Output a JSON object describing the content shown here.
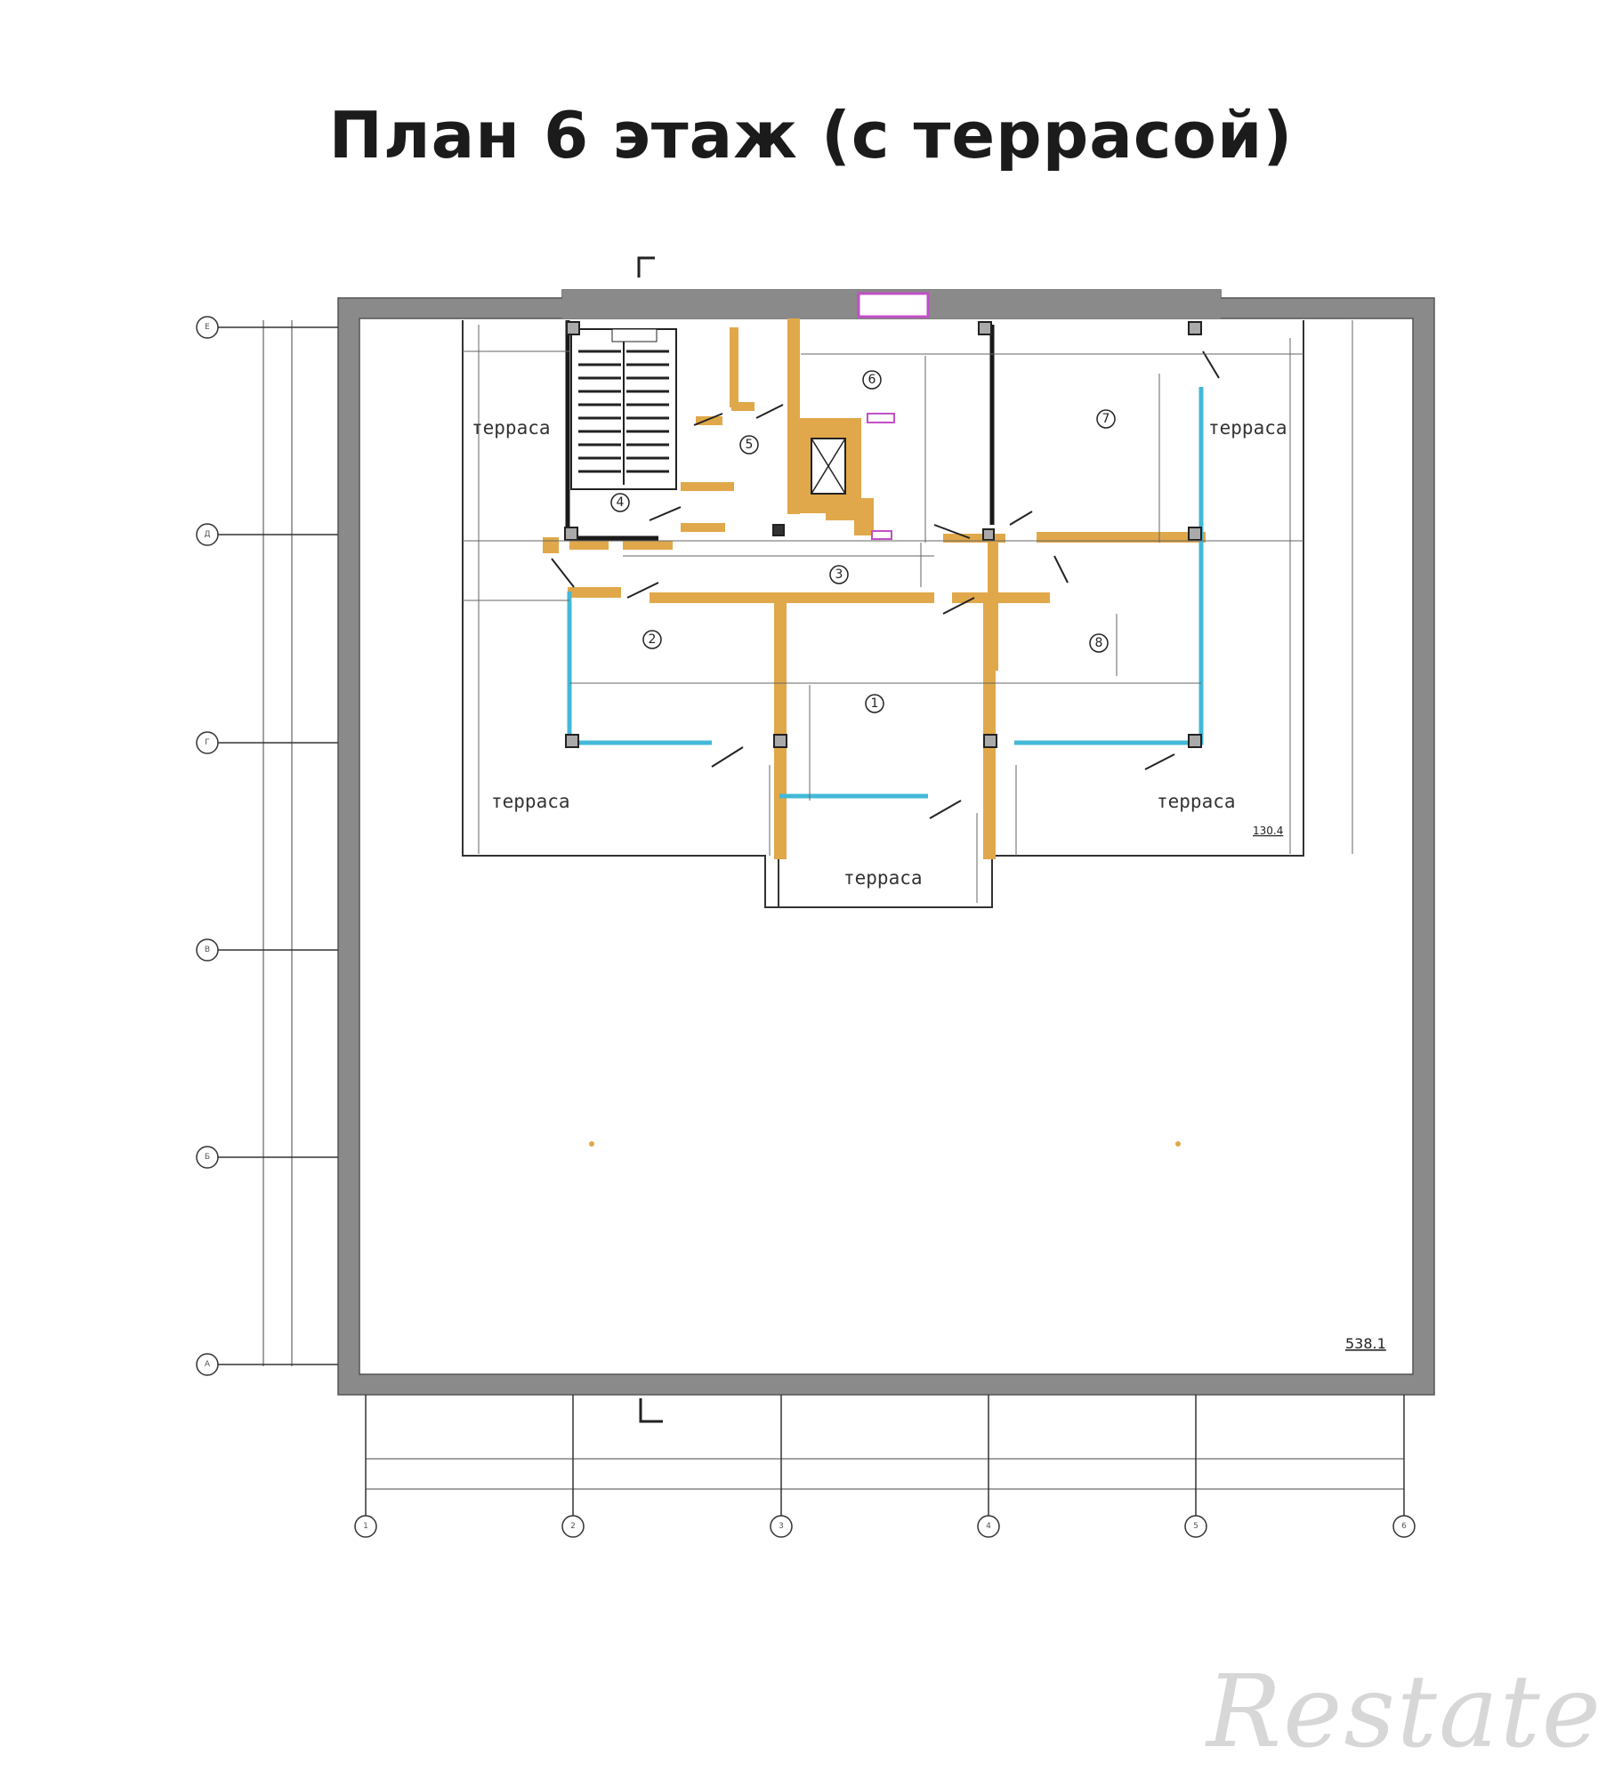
{
  "title": "План 6 этаж (с террасой)",
  "watermark": "Restate",
  "total_area": "538.1",
  "terrace_area": "130.4",
  "terrace_label": "терраса",
  "rooms": [
    "1",
    "2",
    "3",
    "4",
    "5",
    "6",
    "7",
    "8"
  ],
  "axes_rows": [
    "Е",
    "Д",
    "Г",
    "В",
    "Б",
    "А"
  ],
  "axes_cols": [
    "1",
    "2",
    "3",
    "4",
    "5",
    "6"
  ],
  "colors": {
    "outer_wall": "#8a8a8a",
    "partition_wall": "#e0a84a",
    "glass_partition": "#43b8d8",
    "inner_wall": "#1a1a1a"
  }
}
